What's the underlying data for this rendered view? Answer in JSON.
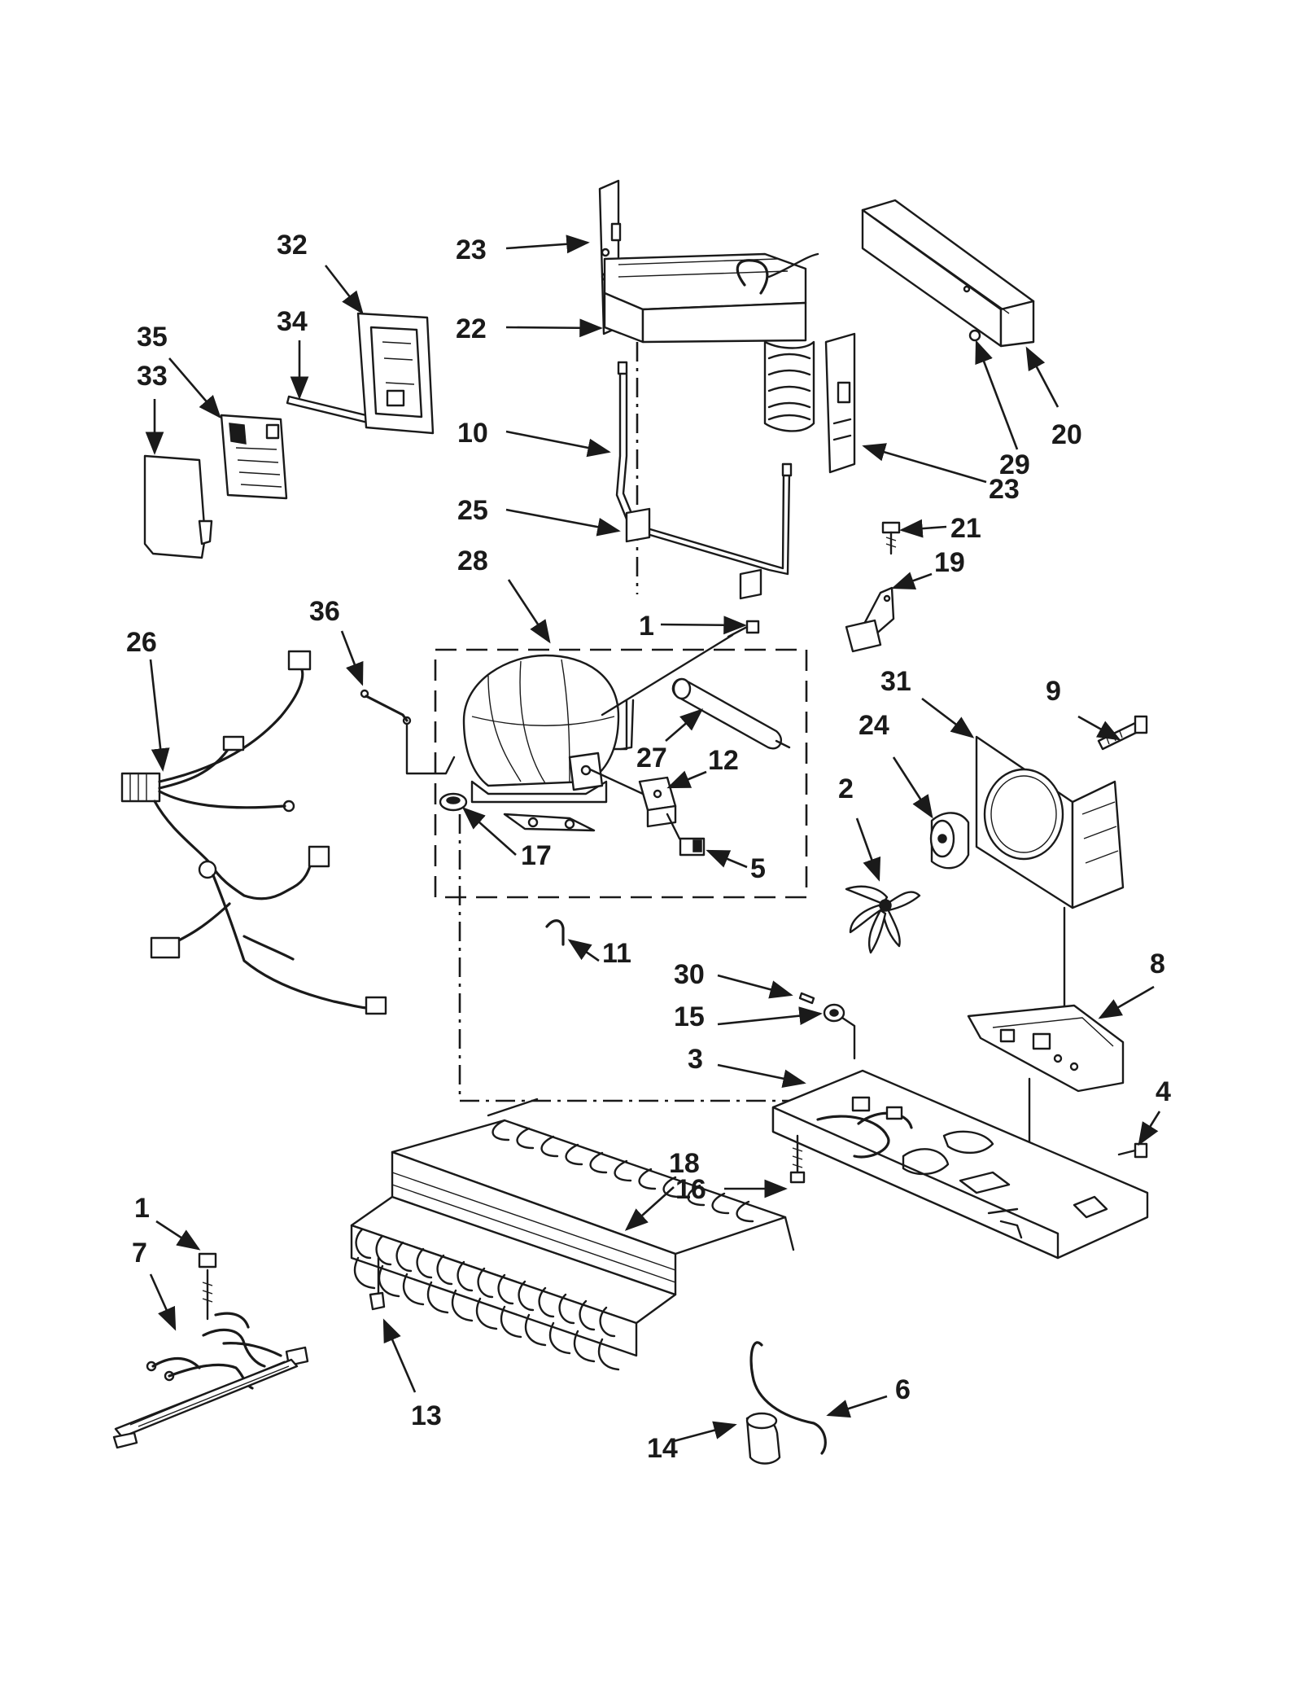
{
  "diagram": {
    "callouts": [
      {
        "id": "c23a",
        "text": "23"
      },
      {
        "id": "c22",
        "text": "22"
      },
      {
        "id": "c32",
        "text": "32"
      },
      {
        "id": "c34",
        "text": "34"
      },
      {
        "id": "c35",
        "text": "35"
      },
      {
        "id": "c33",
        "text": "33"
      },
      {
        "id": "c10",
        "text": "10"
      },
      {
        "id": "c25",
        "text": "25"
      },
      {
        "id": "c28",
        "text": "28"
      },
      {
        "id": "c20",
        "text": "20"
      },
      {
        "id": "c29",
        "text": "29"
      },
      {
        "id": "c23b",
        "text": "23"
      },
      {
        "id": "c21",
        "text": "21"
      },
      {
        "id": "c19",
        "text": "19"
      },
      {
        "id": "c36",
        "text": "36"
      },
      {
        "id": "c26",
        "text": "26"
      },
      {
        "id": "c1a",
        "text": "1"
      },
      {
        "id": "c27",
        "text": "27"
      },
      {
        "id": "c12",
        "text": "12"
      },
      {
        "id": "c17",
        "text": "17"
      },
      {
        "id": "c5",
        "text": "5"
      },
      {
        "id": "c31",
        "text": "31"
      },
      {
        "id": "c9",
        "text": "9"
      },
      {
        "id": "c24",
        "text": "24"
      },
      {
        "id": "c2",
        "text": "2"
      },
      {
        "id": "c11",
        "text": "11"
      },
      {
        "id": "c30",
        "text": "30"
      },
      {
        "id": "c15",
        "text": "15"
      },
      {
        "id": "c8",
        "text": "8"
      },
      {
        "id": "c3",
        "text": "3"
      },
      {
        "id": "c4",
        "text": "4"
      },
      {
        "id": "c18",
        "text": "18"
      },
      {
        "id": "c16",
        "text": "16"
      },
      {
        "id": "c1b",
        "text": "1"
      },
      {
        "id": "c7",
        "text": "7"
      },
      {
        "id": "c13",
        "text": "13"
      },
      {
        "id": "c6",
        "text": "6"
      },
      {
        "id": "c14",
        "text": "14"
      }
    ]
  }
}
